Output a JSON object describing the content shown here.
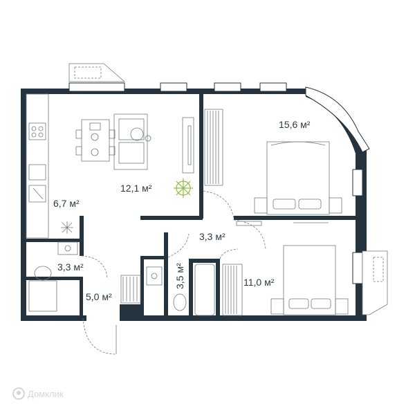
{
  "rooms": {
    "living": {
      "area": "12,1 м²"
    },
    "kitchen": {
      "area": "6,7 м²"
    },
    "bedroom_large": {
      "area": "15,6 м²"
    },
    "bedroom_small": {
      "area": "11,0 м²"
    },
    "hall": {
      "area": "3,3 м²"
    },
    "bathroom_left": {
      "area": "3,3 м²"
    },
    "entrance": {
      "area": "5,0 м²"
    },
    "bathroom_mid": {
      "area": "3,5 м²"
    }
  },
  "watermark": {
    "text": "Домклик"
  },
  "colors": {
    "wall": "#24333d",
    "furniture": "#6f7a82",
    "plant": "#8cbf3f"
  }
}
